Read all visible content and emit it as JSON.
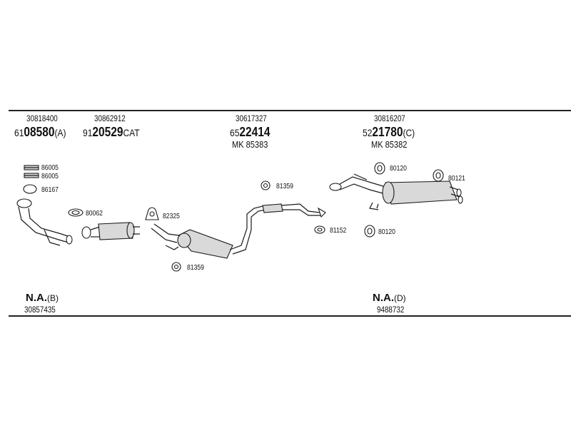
{
  "groups": [
    {
      "refs": [
        "30818400",
        "30862912"
      ],
      "codes": [
        {
          "prefix": "61",
          "main": "08580",
          "suffix": "(A)"
        },
        {
          "prefix": "91",
          "main": "20529",
          "suffix": "CAT"
        }
      ]
    },
    {
      "refs": [
        "30617327"
      ],
      "codes": [
        {
          "prefix": "65",
          "main": "22414",
          "suffix": ""
        }
      ],
      "mk": "MK 85383"
    },
    {
      "refs": [
        "30816207"
      ],
      "codes": [
        {
          "prefix": "52",
          "main": "21780",
          "suffix": "(C)"
        }
      ],
      "mk": "MK 85382"
    }
  ],
  "parts": {
    "p86005a": "86005",
    "p86005b": "86005",
    "p86167": "86167",
    "p80062": "80062",
    "p82325": "82325",
    "p81359a": "81359",
    "p81359b": "81359",
    "p81152": "81152",
    "p80120a": "80120",
    "p80121": "80121",
    "p80120b": "80120"
  },
  "notes": [
    {
      "label": "N.A.",
      "suffix": "(B)",
      "number": "30857435"
    },
    {
      "label": "N.A.",
      "suffix": "(D)",
      "number": "9488732"
    }
  ]
}
